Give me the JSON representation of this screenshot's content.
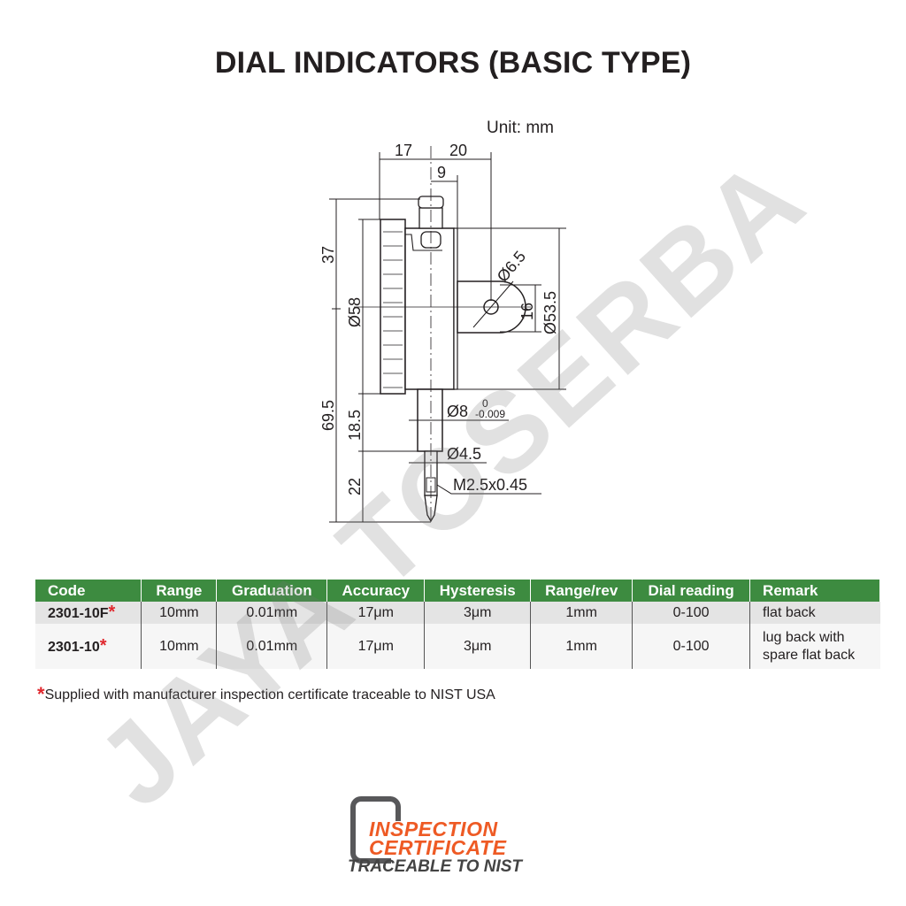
{
  "title": "DIAL INDICATORS (BASIC TYPE)",
  "drawing": {
    "unit": "Unit: mm",
    "dims": {
      "d17": "17",
      "d20": "20",
      "d9": "9",
      "d37": "37",
      "d58": "Ø58",
      "d69_5": "69.5",
      "d18_5": "18.5",
      "d22": "22",
      "d6_5": "Ø6.5",
      "d16": "16",
      "d53_5": "Ø53.5",
      "d8": "Ø8",
      "d8_upper": "0",
      "d8_lower": "-0.009",
      "d4_5": "Ø4.5",
      "thread": "M2.5x0.45"
    }
  },
  "watermark": "JAYA TOSERBA",
  "table": {
    "headers": [
      "Code",
      "Range",
      "Graduation",
      "Accuracy",
      "Hysteresis",
      "Range/rev",
      "Dial reading",
      "Remark"
    ],
    "rows": [
      {
        "code": "2301-10F",
        "mark": "*",
        "range": "10mm",
        "graduation": "0.01mm",
        "accuracy": "17μm",
        "hysteresis": "3μm",
        "range_rev": "1mm",
        "dial": "0-100",
        "remark": "flat back",
        "remark2": ""
      },
      {
        "code": "2301-10",
        "mark": "*",
        "range": "10mm",
        "graduation": "0.01mm",
        "accuracy": "17μm",
        "hysteresis": "3μm",
        "range_rev": "1mm",
        "dial": "0-100",
        "remark": "lug back with",
        "remark2": "spare flat back"
      }
    ]
  },
  "note": {
    "mark": "*",
    "text": "Supplied with manufacturer inspection certificate traceable to NIST USA"
  },
  "logo": {
    "line1": "INSPECTION",
    "line2": "CERTIFICATE",
    "line3": "TRACEABLE TO NIST"
  },
  "colors": {
    "header_green": "#3d8b40",
    "star_red": "#e0282e",
    "logo_orange": "#ee5a24"
  }
}
